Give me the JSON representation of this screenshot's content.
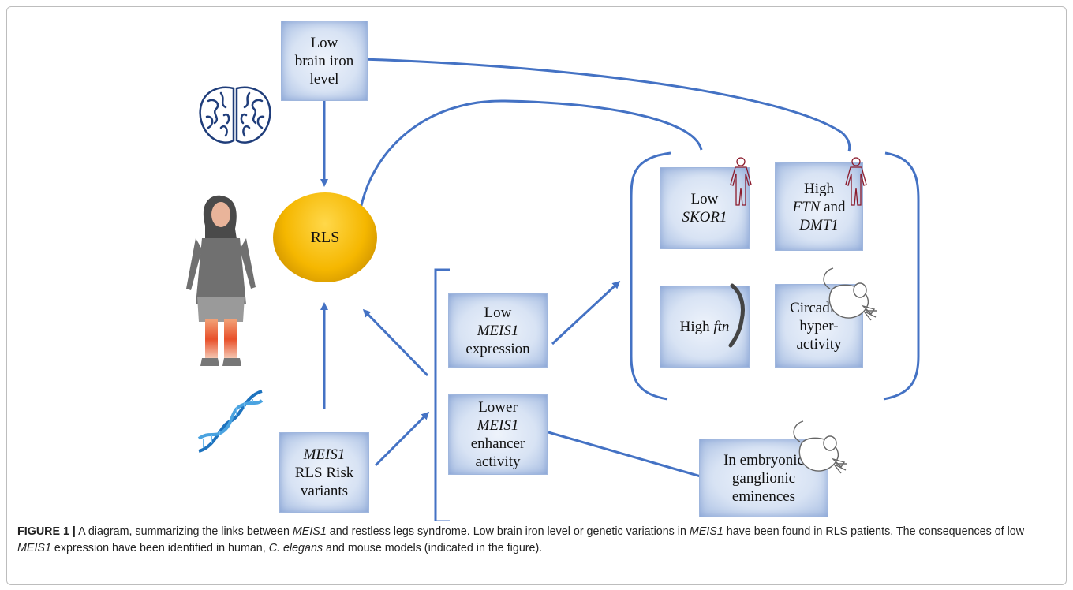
{
  "boxes": {
    "low_iron": [
      "Low",
      "brain iron",
      "level"
    ],
    "rls": "RLS",
    "low_skor1": {
      "line1": "Low",
      "line2": "SKOR1"
    },
    "high_ftn_dmt1": {
      "line1": "High",
      "line2a": "FTN",
      "line2b": " and",
      "line3": "DMT1"
    },
    "high_ftn": {
      "a": "High ",
      "b": "ftn"
    },
    "circadian": [
      "Circadian",
      "hyper-",
      "activity"
    ],
    "low_meis1_expr": {
      "line1": "Low",
      "line2": "MEIS1",
      "line3": "expression"
    },
    "lower_enhancer": {
      "line1": "Lower",
      "line2": "MEIS1",
      "line3": "enhancer",
      "line4": "activity"
    },
    "risk_variants": {
      "line1": "MEIS1",
      "line2": "RLS Risk",
      "line3": "variants"
    },
    "embryonic": [
      "In embryonic",
      "ganglionic",
      "eminences"
    ]
  },
  "caption": {
    "label": "FIGURE 1 |",
    "t1": " A diagram, summarizing the links between ",
    "t2": "MEIS1",
    "t3": " and restless legs syndrome. Low brain iron level or genetic variations in ",
    "t4": "MEIS1",
    "t5": " have been found in RLS patients. The consequences of low ",
    "t6": "MEIS1",
    "t7": " expression have been identified in human, ",
    "t8": "C. elegans",
    "t9": " and mouse models (indicated in the figure)."
  },
  "colors": {
    "arrow": "#4472c4",
    "box_fill": "#d8e3f4",
    "rls_fill": "#f5b700",
    "human_outline": "#8b1a2b",
    "dna": "#1e73be"
  },
  "icons": [
    "brain-icon",
    "woman-icon",
    "dna-icon",
    "human-outline-icon",
    "worm-icon",
    "mouse-icon"
  ]
}
